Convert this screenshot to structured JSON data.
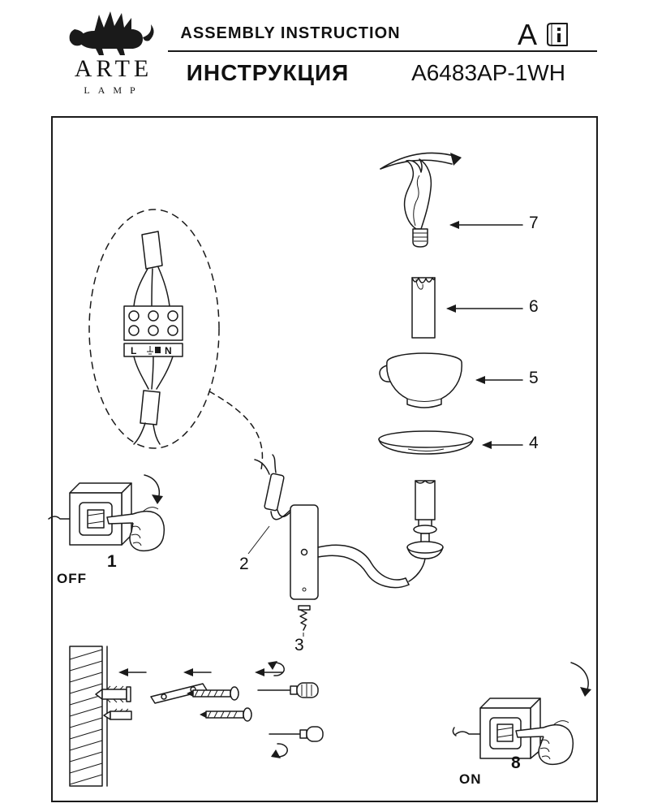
{
  "header": {
    "brand": "ARTE",
    "sub_brand": "LAMP",
    "logo_icon": "winged-lion-icon",
    "manual_icon": "instruction-booklet-icon",
    "title_en": "ASSEMBLY INSTRUCTION",
    "title_ru": "ИНСТРУКЦИЯ",
    "model": "A6483AP-1WH",
    "page_letter": "A"
  },
  "callouts": {
    "c1": "1",
    "c2": "2",
    "c3": "3",
    "c4": "4",
    "c5": "5",
    "c6": "6",
    "c7": "7",
    "c8": "8"
  },
  "labels": {
    "switch_off": "OFF",
    "switch_on": "ON",
    "terminal_live": "L",
    "terminal_neutral": "N"
  }
}
